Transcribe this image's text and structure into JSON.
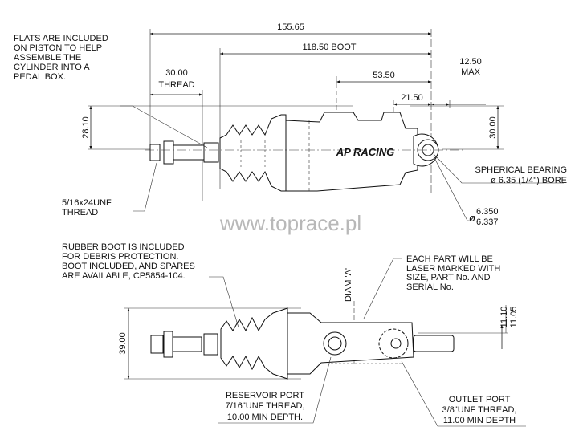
{
  "top_view": {
    "dim_overall": "155.65",
    "dim_boot": "118.50 BOOT",
    "dim_53": "53.50",
    "dim_21": "21.50",
    "dim_max_value": "12.50",
    "dim_max_label": "MAX",
    "dim_thread_value": "30.00",
    "dim_thread_label": "THREAD",
    "dim_height_left": "28.10",
    "dim_height_right": "30.00",
    "flats_note": [
      "FLATS ARE INCLUDED",
      "ON PISTON TO HELP",
      "ASSEMBLE THE",
      "CYLINDER INTO A",
      "PEDAL BOX."
    ],
    "thread_note": [
      "5/16x24UNF",
      "THREAD"
    ],
    "bearing_note": [
      "SPHERICAL BEARING",
      "ø 6.35 (1/4\") BORE"
    ],
    "bore_tolerance_symbol": "ø",
    "bore_tolerance_upper": "6.350",
    "bore_tolerance_lower": "6.337",
    "logo_text": "AP RACING"
  },
  "watermark": "www.toprace.pl",
  "side_view": {
    "boot_note": [
      "RUBBER BOOT IS INCLUDED",
      "FOR DEBRIS PROTECTION.",
      "BOOT INCLUDED, AND SPARES",
      "ARE AVAILABLE, CP5854-104."
    ],
    "laser_note": [
      "EACH PART WILL BE",
      "LASER MARKED WITH",
      "SIZE, PART No. AND",
      "SERIAL No."
    ],
    "diam_label": "DIAM 'A'",
    "dim_height": "39.00",
    "dim_offset_upper": "11.10",
    "dim_offset_lower": "11.05",
    "reservoir_note": [
      "RESERVOIR PORT",
      "7/16\"UNF THREAD,",
      "10.00 MIN DEPTH."
    ],
    "outlet_note": [
      "OUTLET PORT",
      "3/8\"UNF THREAD,",
      "11.00 MIN DEPTH"
    ]
  }
}
